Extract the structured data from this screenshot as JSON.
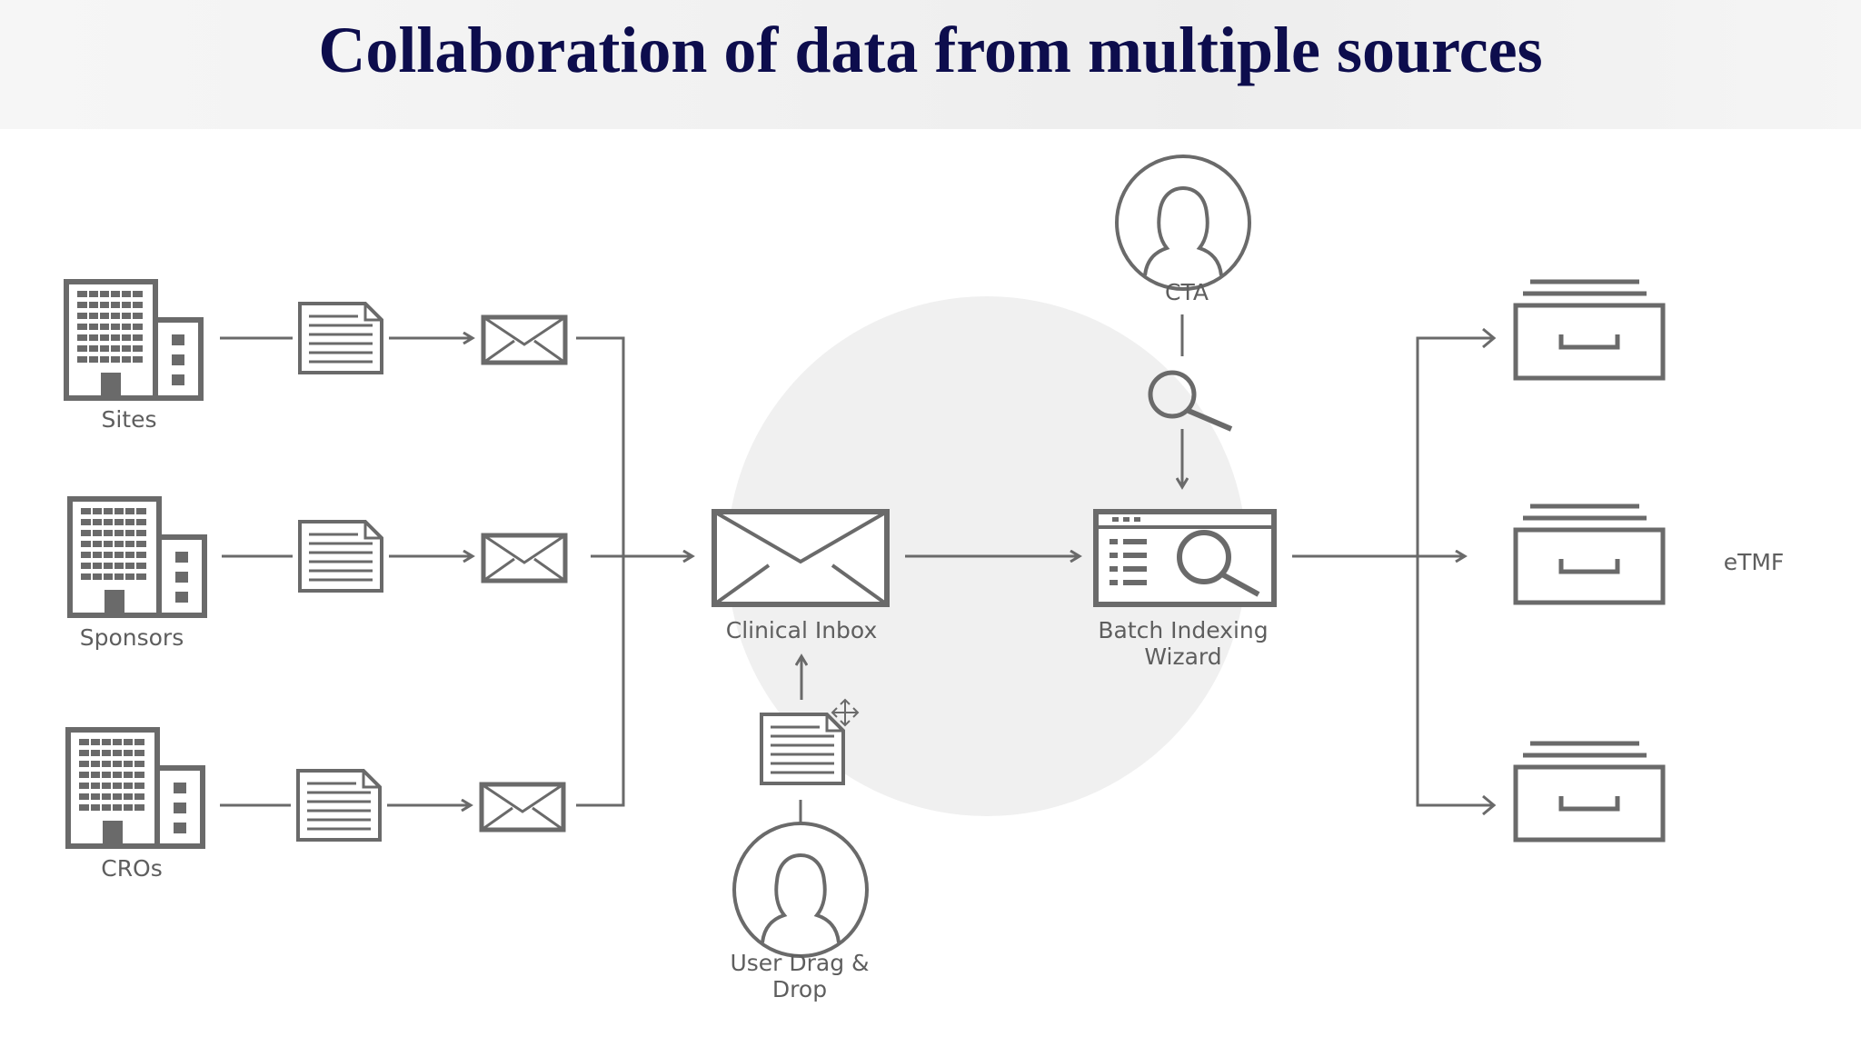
{
  "slide": {
    "title": "Collaboration of data from multiple sources"
  },
  "sources": [
    {
      "label": "Sites"
    },
    {
      "label": "Sponsors"
    },
    {
      "label": "CROs"
    }
  ],
  "hub": {
    "label": "Clinical Inbox"
  },
  "user": {
    "line1": "User Drag &",
    "line2": "Drop"
  },
  "cta": {
    "label": "CTA"
  },
  "wizard": {
    "line1": "Batch Indexing",
    "line2": "Wizard"
  },
  "output": {
    "label": "eTMF"
  },
  "colors": {
    "title": "#0d0d4d",
    "stroke": "#6a6a6a",
    "label": "#5e5e5e",
    "circle_bg": "#f0f0f0"
  }
}
